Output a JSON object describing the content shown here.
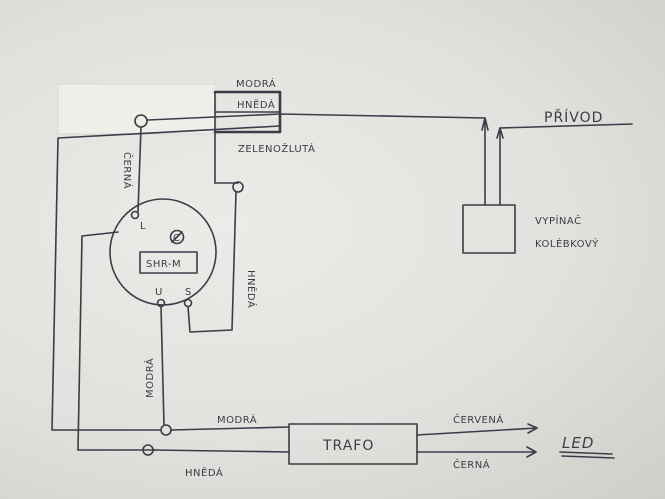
{
  "labels": {
    "modra_top": "MODRÁ",
    "hneda_top": "HNĚDÁ",
    "zelenozluta": "ZELENOŽLUTÁ",
    "cerna_left": "ČERNÁ",
    "privod": "PŘÍVOD",
    "vypinac_1": "VYPÍNAČ",
    "vypinac_2": "KOLÉBKOVÝ",
    "shr": "SHR-M",
    "pin_l": "L",
    "pin_c": "C",
    "pin_u": "U",
    "pin_s": "S",
    "hneda_right": "HNĚDÁ",
    "modra_left": "MODRÁ",
    "modra_bottom": "MODRÁ",
    "trafo": "TRAFO",
    "hneda_bottom": "HNĚDÁ",
    "cervena": "ČERVENÁ",
    "cerna_bottom": "ČERNÁ",
    "led": "LED"
  }
}
